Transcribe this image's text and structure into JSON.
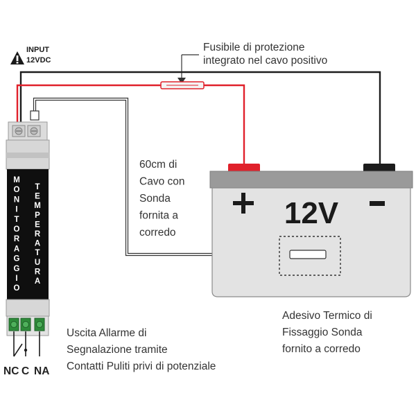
{
  "input": {
    "line1": "INPUT",
    "line2": "12VDC",
    "warning_icon": "warning-triangle-icon"
  },
  "fuse_note": {
    "line1": "Fusibile di protezione",
    "line2": "integrato nel cavo positivo"
  },
  "cable_note": {
    "lines": [
      "60cm di",
      "Cavo con",
      "Sonda",
      "fornita a",
      "corredo"
    ]
  },
  "battery": {
    "voltage": "12V",
    "plus": "+",
    "minus": "-",
    "body_color": "#e3e3e3",
    "lid_color": "#9a9a9a",
    "positive_terminal_color": "#e0202a",
    "negative_terminal_color": "#1c1c1c"
  },
  "module": {
    "column_left": [
      "M",
      "O",
      "N",
      "I",
      "T",
      "O",
      "R",
      "A",
      "G",
      "G",
      "I",
      "O"
    ],
    "column_right": [
      "T",
      "E",
      "M",
      "P",
      "E",
      "R",
      "A",
      "T",
      "U",
      "R",
      "A"
    ],
    "terminal_color": "#2e8b3a"
  },
  "alarm_note": {
    "lines": [
      "Uscita Allarme di",
      "Segnalazione tramite",
      "Contatti Puliti privi di potenziale"
    ]
  },
  "contacts": {
    "nc": "NC",
    "c": "C",
    "na": "NA"
  },
  "adhesive_note": {
    "lines": [
      "Adesivo Termico di",
      "Fissaggio Sonda",
      "fornito a corredo"
    ]
  },
  "colors": {
    "positive_wire": "#e0202a",
    "negative_wire": "#1c1c1c",
    "text": "#333333"
  }
}
